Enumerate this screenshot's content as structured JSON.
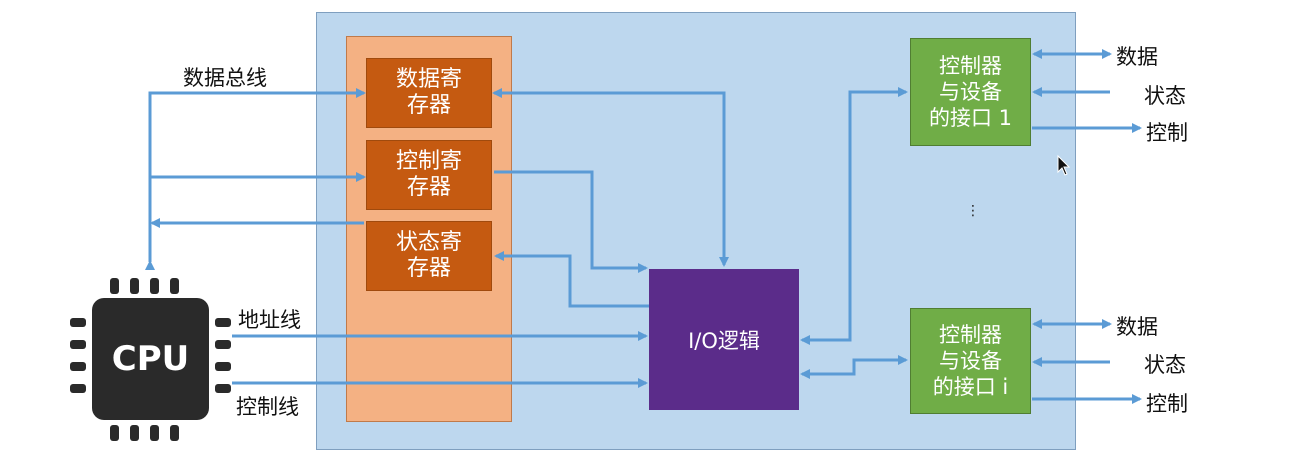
{
  "registers": {
    "data": [
      "数据寄",
      "存器"
    ],
    "control": [
      "控制寄",
      "存器"
    ],
    "status": [
      "状态寄",
      "存器"
    ]
  },
  "io_logic": "I/O逻辑",
  "device_interface_1": [
    "控制器",
    "与设备",
    "的接口 1"
  ],
  "device_interface_i": [
    "控制器",
    "与设备",
    "的接口 i"
  ],
  "cpu_label": "CPU",
  "buses": {
    "data_bus": "数据总线",
    "address_bus": "地址线",
    "control_bus": "控制线"
  },
  "device_signals_1": {
    "data": "数据",
    "status": "状态",
    "control": "控制"
  },
  "device_signals_i": {
    "data": "数据",
    "status": "状态",
    "control": "控制"
  },
  "ellipsis": "⋮",
  "colors": {
    "panel": "#bdd7ee",
    "register_column": "#f4b183",
    "register": "#c55a11",
    "io_logic": "#5b2c8a",
    "device_interface": "#70ad47",
    "arrow": "#5b9bd5"
  }
}
